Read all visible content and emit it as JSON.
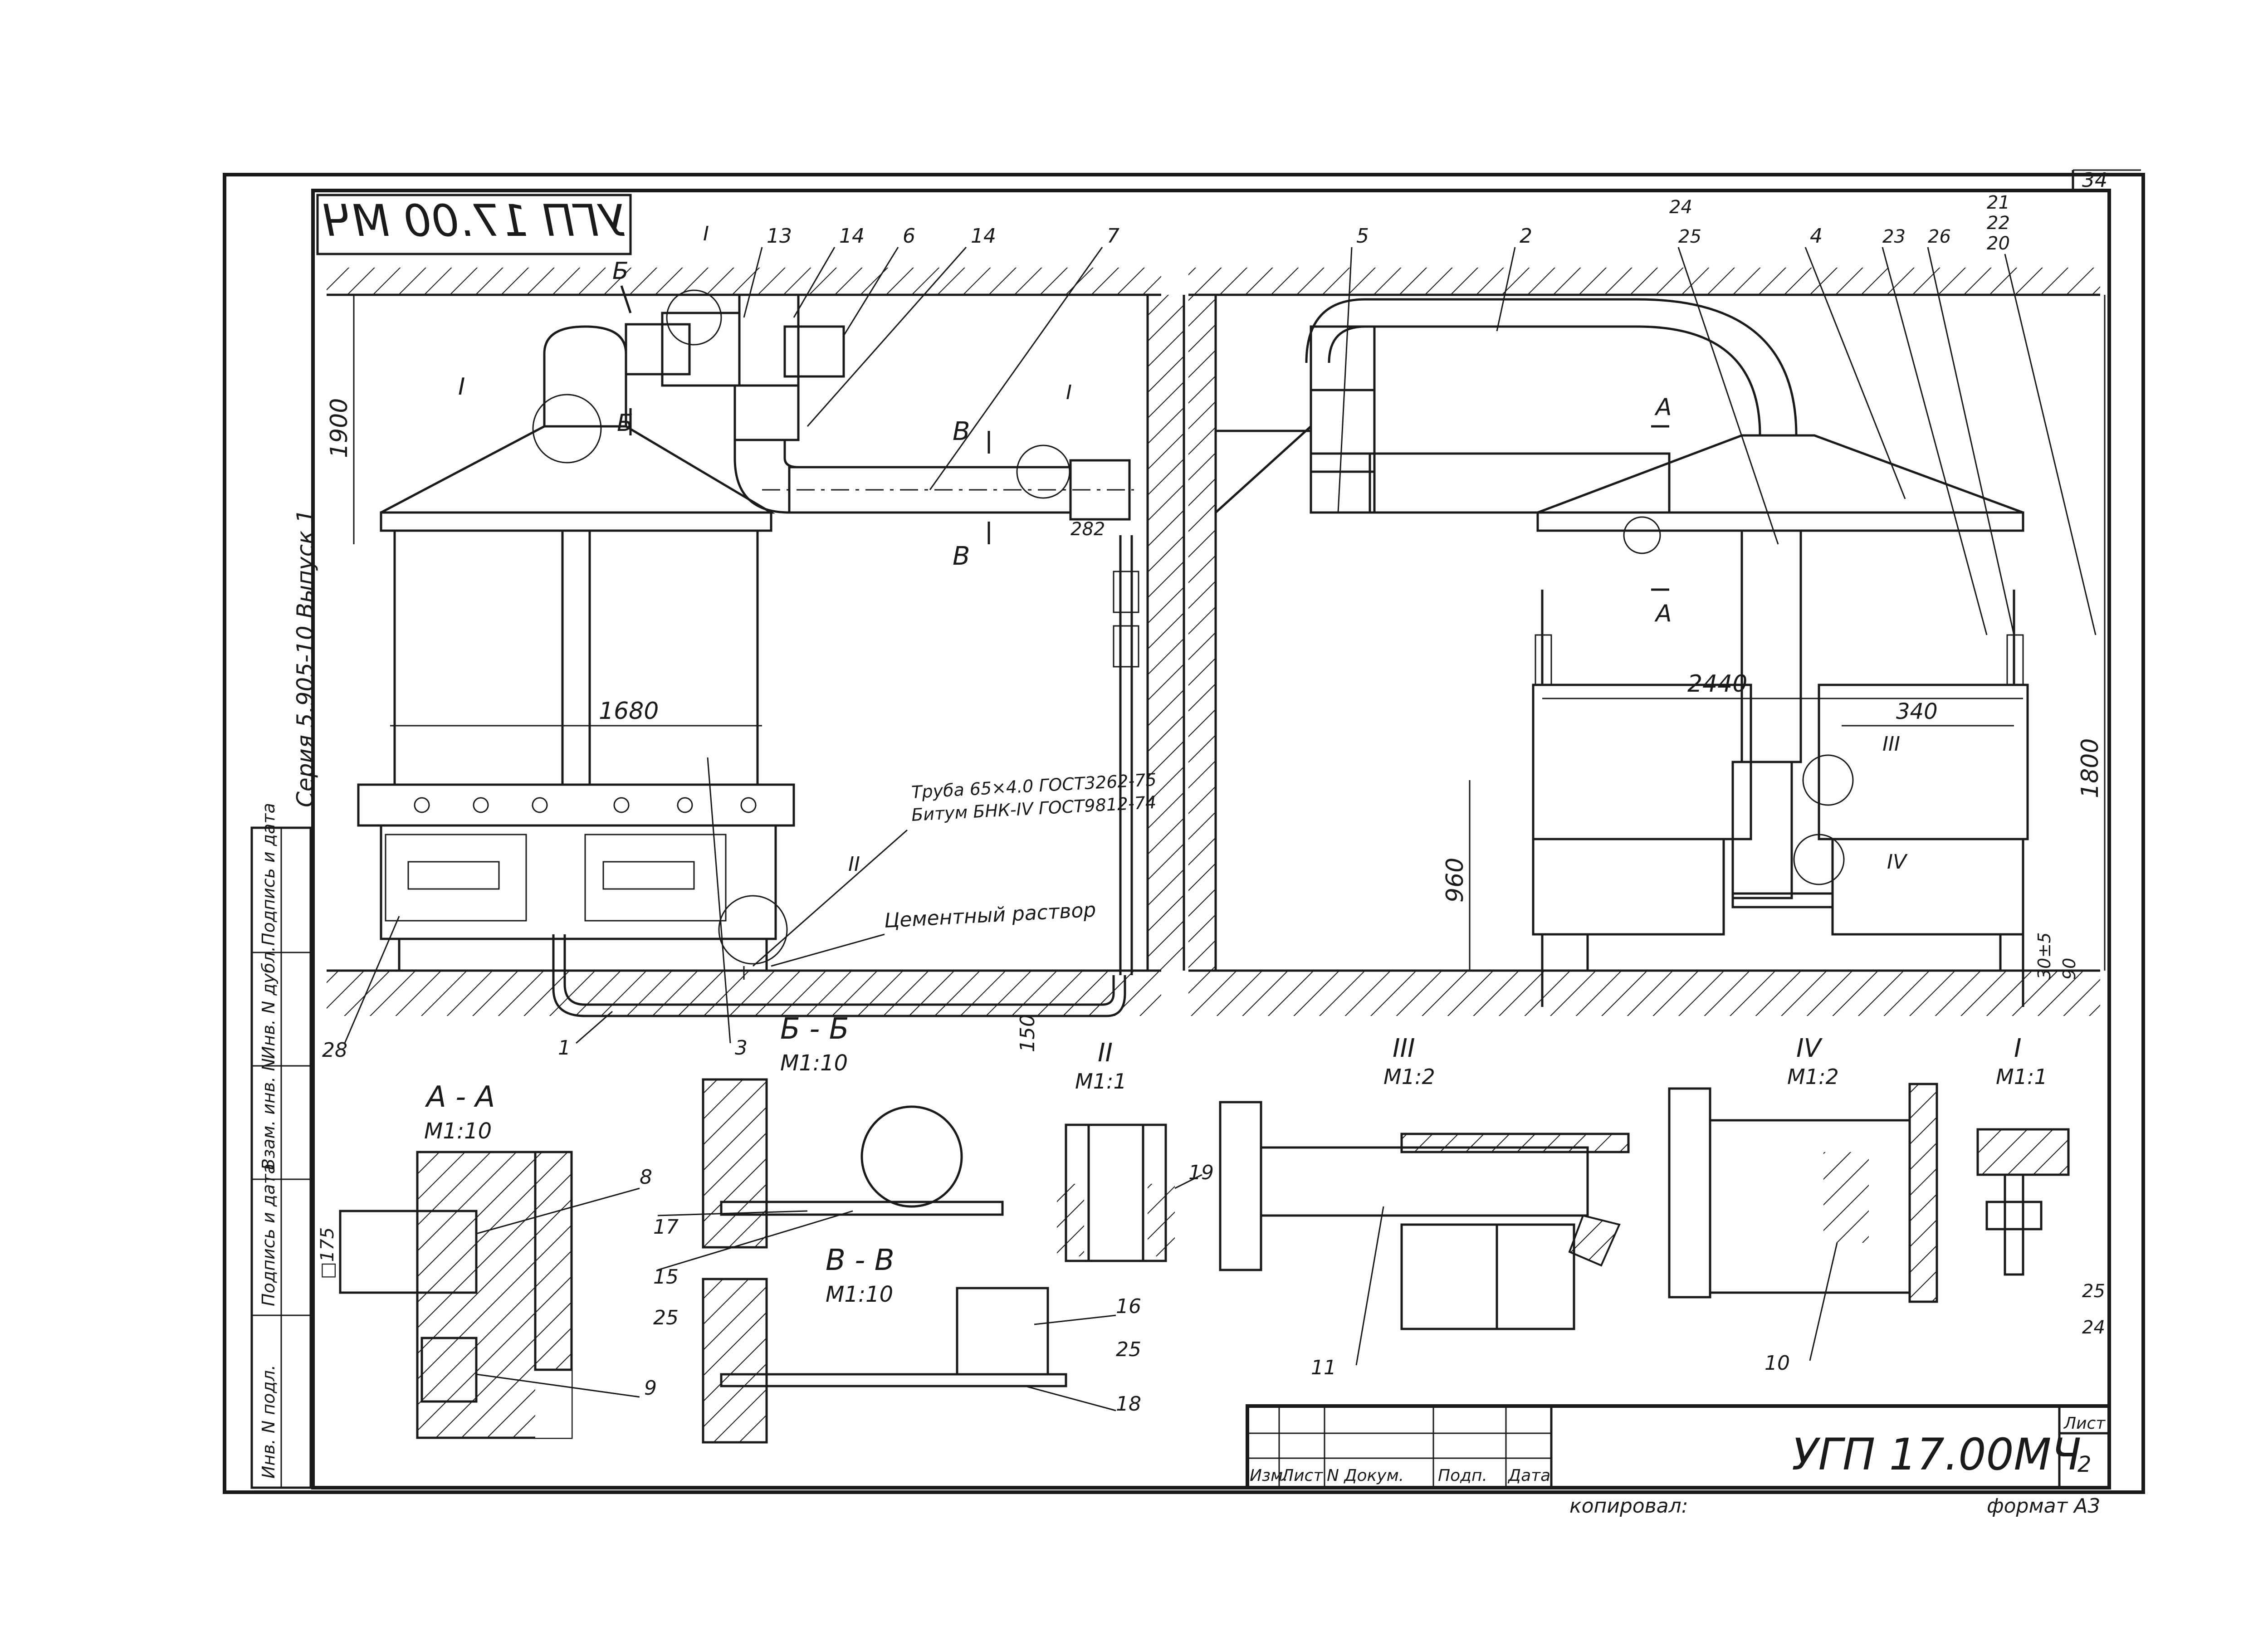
{
  "sheet": {
    "page_number": "34",
    "mirror_code": "УГП 17.00 МЧ",
    "drawing_code": "УГП 17.00МЧ",
    "sheet_label": "Лист",
    "sheet_number": "2",
    "copied_label": "копировал:",
    "format_label": "формат А3",
    "series_note": "Серия 5.905-10  Выпуск 1",
    "title_block_headers": [
      "Изм.",
      "Лист",
      "N Докум.",
      "Подп.",
      "Дата"
    ],
    "side_stamp": [
      "Инв. N подл.",
      "Подпись и дата",
      "Взам. инв. N",
      "Инв. N дубл.",
      "Подпись и дата"
    ]
  },
  "labels": {
    "pipe_spec_1": "Труба 65×4.0 ГОСТ3262-75",
    "pipe_spec_2": "Битум БНК-IV ГОСТ9812-74",
    "cement": "Цементный раствор"
  },
  "sections": {
    "aa": "А - А",
    "aa_scale": "М1:10",
    "bb": "Б - Б",
    "bb_scale": "М1:10",
    "vv": "В - В",
    "vv_scale": "М1:10",
    "d2": "II",
    "d2_scale": "М1:1",
    "d3": "III",
    "d3_scale": "М1:2",
    "d4": "IV",
    "d4_scale": "М1:2",
    "d1": "I",
    "d1_scale": "М1:1"
  },
  "marks": {
    "A": "А",
    "B": "Б",
    "V": "В",
    "I": "I",
    "II": "II",
    "III": "III",
    "IV": "IV"
  },
  "dimensions": {
    "d1900": "1900",
    "d1680": "1680",
    "d2440": "2440",
    "d340": "340",
    "d960": "960",
    "d1800": "1800",
    "d150": "150",
    "d30": "30±5",
    "d90": "90",
    "d175": "□175",
    "d282": "282"
  },
  "callouts": {
    "c1": "1",
    "c2": "2",
    "c3": "3",
    "c4": "4",
    "c5": "5",
    "c6": "6",
    "c7": "7",
    "c8": "8",
    "c9": "9",
    "c10": "10",
    "c11": "11",
    "c13": "13",
    "c14": "14",
    "c15": "15",
    "c16": "16",
    "c17": "17",
    "c18": "18",
    "c19": "19",
    "c20": "20",
    "c21": "21",
    "c22": "22",
    "c23": "23",
    "c24": "24",
    "c25": "25",
    "c26": "26",
    "c28": "28"
  }
}
